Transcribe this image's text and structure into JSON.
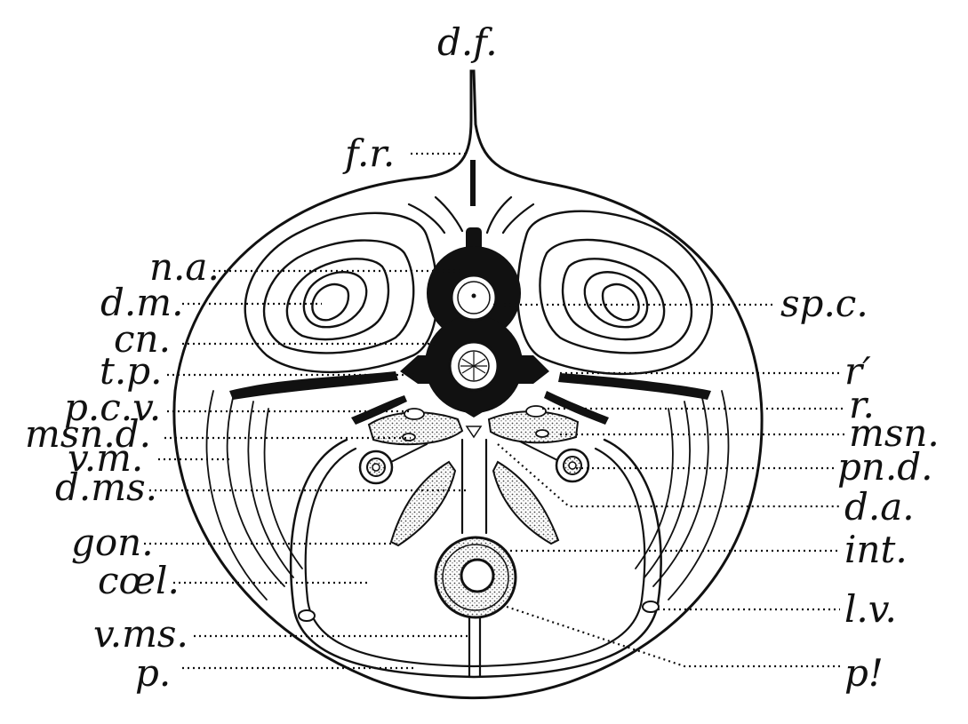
{
  "labels": {
    "df": "d.f.",
    "fr": "f.r.",
    "na": "n.a.",
    "dm": "d.m.",
    "cn": "cn.",
    "tp": "t.p.",
    "pcv": "p.c.v.",
    "msnd": "msn.d.",
    "vm": "v.m.",
    "dms": "d.ms.",
    "gon": "gon.",
    "coel": "cœl.",
    "vms": "v.ms.",
    "p": "p.",
    "spc": "sp.c.",
    "r_prime": "r′",
    "r": "r.",
    "msn": "msn.",
    "pnd": "pn.d.",
    "da": "d.a.",
    "int": "int.",
    "lv": "l.v.",
    "p_prime": "p!"
  },
  "colors": {
    "ink": "#111111",
    "background": "#ffffff",
    "stipple": "#bdbdbd"
  }
}
